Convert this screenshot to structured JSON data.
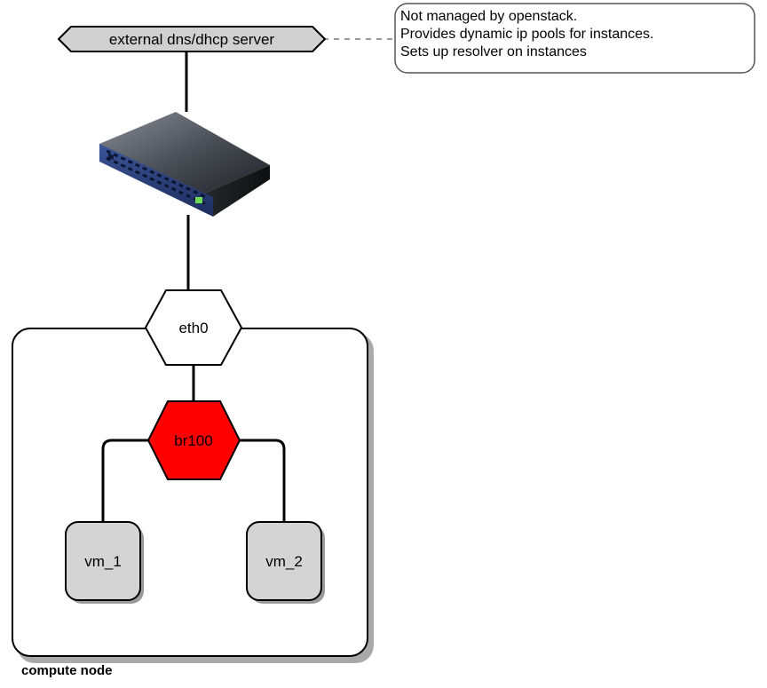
{
  "server": {
    "label": "external dns/dhcp server"
  },
  "note": {
    "lines": [
      "Not managed by openstack.",
      "Provides dynamic ip pools for instances.",
      "Sets up resolver on instances"
    ]
  },
  "interfaces": {
    "eth0": "eth0",
    "bridge": "br100"
  },
  "vms": [
    {
      "label": "vm_1"
    },
    {
      "label": "vm_2"
    }
  ],
  "compute_node": {
    "label": "compute node"
  },
  "colors": {
    "bridge_fill": "#ff0000",
    "vm_fill": "#d4d4d4",
    "server_fill": "#d0d0d0",
    "switch_blue": "#2a3e78"
  }
}
